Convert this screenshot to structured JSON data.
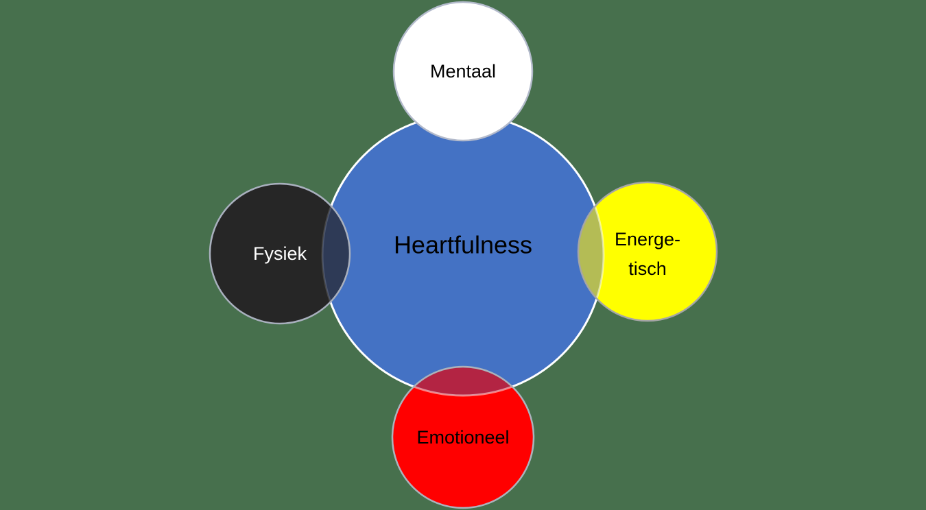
{
  "diagram": {
    "type": "venn-diagram",
    "background_color": "#47704D",
    "center": {
      "label": "Heartfulness",
      "fill": "#4472C4",
      "border": "#FFFFFF",
      "text_color": "#000000"
    },
    "nodes": {
      "mentaal": {
        "label": "Mentaal",
        "fill": "#FFFFFF",
        "border": "#B3BACB",
        "text_color": "#000000"
      },
      "fysiek": {
        "label": "Fysiek",
        "fill": "#262626",
        "border": "#A9B0BE",
        "text_color": "#FFFFFF",
        "overlap_fill": "#2E3A56"
      },
      "energetisch": {
        "label": "Energe-tisch",
        "label_line1": "Energe-",
        "label_line2": "tisch",
        "fill": "#FFFF00",
        "border": "#A6A6A6",
        "text_color": "#000000",
        "overlap_fill": "#B4BC55"
      },
      "emotioneel": {
        "label": "Emotioneel",
        "fill": "#FF0000",
        "border": "#ABB3BC",
        "text_color": "#000000",
        "overlap_fill": "#B32443"
      }
    }
  }
}
